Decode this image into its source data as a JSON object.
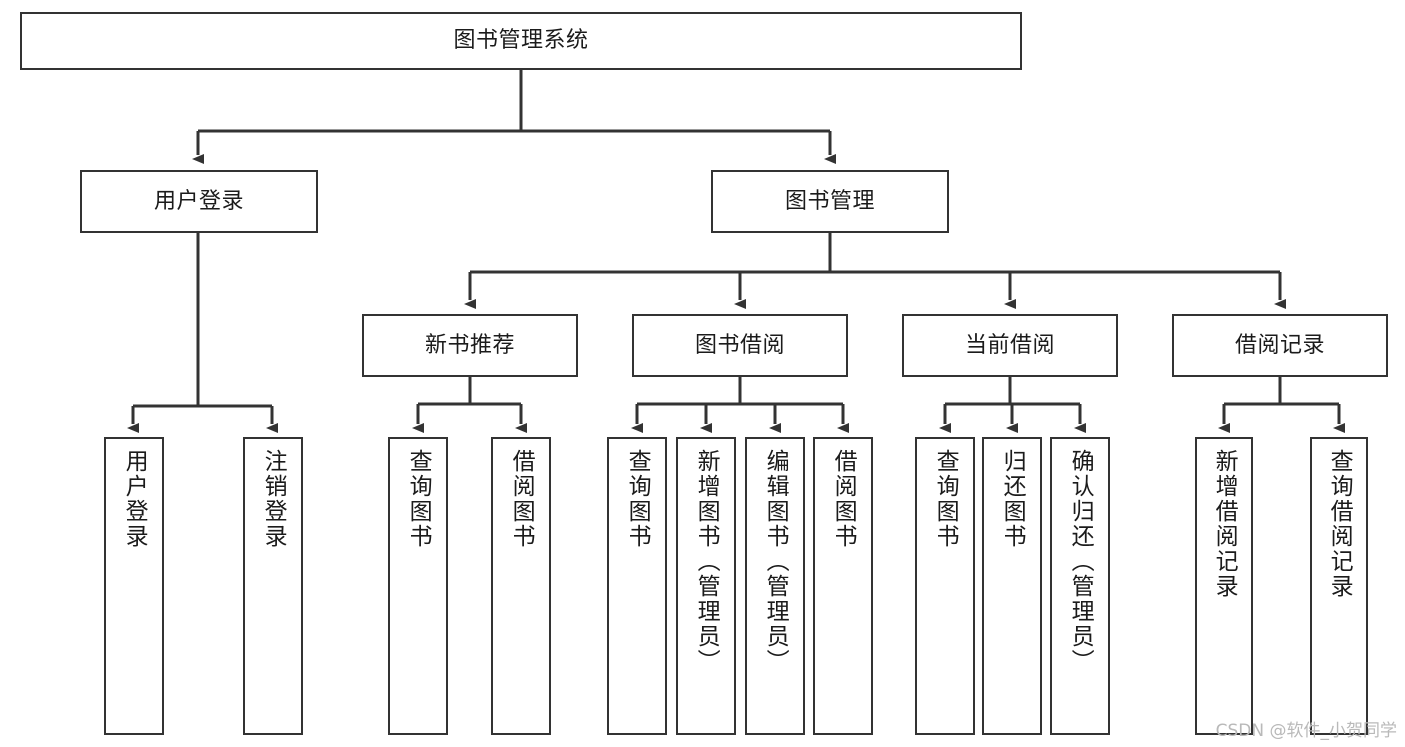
{
  "diagram": {
    "type": "tree-hierarchy-chart",
    "title_node": {
      "label": "图书管理系统"
    },
    "level2": [
      {
        "id": "user-login",
        "label": "用户登录"
      },
      {
        "id": "book-management",
        "label": "图书管理"
      }
    ],
    "level3": [
      {
        "id": "new-book-recommend",
        "label": "新书推荐"
      },
      {
        "id": "book-borrow",
        "label": "图书借阅"
      },
      {
        "id": "current-borrow",
        "label": "当前借阅"
      },
      {
        "id": "borrow-record",
        "label": "借阅记录"
      }
    ],
    "leaves": {
      "user_login": [
        {
          "id": "leaf-user-login",
          "label": "用户登录"
        },
        {
          "id": "leaf-logout-login",
          "label": "注销登录"
        }
      ],
      "new_book_recommend": [
        {
          "id": "leaf-query-book-1",
          "label": "查询图书"
        },
        {
          "id": "leaf-borrow-book-1",
          "label": "借阅图书"
        }
      ],
      "book_borrow": [
        {
          "id": "leaf-query-book-2",
          "label": "查询图书"
        },
        {
          "id": "leaf-add-book",
          "label": "新增图书（管理员）"
        },
        {
          "id": "leaf-edit-book",
          "label": "编辑图书（管理员）"
        },
        {
          "id": "leaf-borrow-book-2",
          "label": "借阅图书"
        }
      ],
      "current_borrow": [
        {
          "id": "leaf-query-book-3",
          "label": "查询图书"
        },
        {
          "id": "leaf-return-book",
          "label": "归还图书"
        },
        {
          "id": "leaf-confirm-return",
          "label": "确认归还（管理员）"
        }
      ],
      "borrow_record": [
        {
          "id": "leaf-add-record",
          "label": "新增借阅记录"
        },
        {
          "id": "leaf-query-record",
          "label": "查询借阅记录"
        }
      ]
    },
    "colors": {
      "box_border": "#333333",
      "box_fill": "#ffffff",
      "text": "#1b1b1b",
      "connector": "#333333",
      "watermark": "#b9b9b9",
      "background": "#ffffff"
    }
  },
  "watermark": {
    "text": "CSDN @软件_小贺同学"
  }
}
